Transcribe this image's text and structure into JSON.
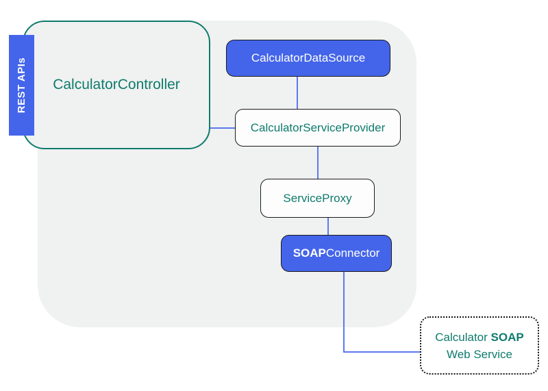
{
  "diagram": {
    "colors": {
      "panel_background": "#f0f1f1",
      "accent_blue": "#4465ea",
      "teal": "#0e7b6d",
      "edge_blue": "#5b79f0"
    },
    "nodes": {
      "rest_apis": {
        "label": "REST APIs"
      },
      "calculator_controller": {
        "label": "CalculatorController"
      },
      "calculator_data_source": {
        "label": "CalculatorDataSource"
      },
      "calculator_service_provider": {
        "label": "CalculatorServiceProvider"
      },
      "service_proxy": {
        "label": "ServiceProxy"
      },
      "soap_connector": {
        "label_bold": "SOAP",
        "label_regular": "Connector"
      },
      "calculator_soap_web_service": {
        "line1_regular": "Calculator ",
        "line1_bold": "SOAP",
        "line2": "Web Service"
      }
    },
    "edges": [
      {
        "from": "calculator_data_source",
        "to": "calculator_service_provider"
      },
      {
        "from": "calculator_controller",
        "to": "calculator_service_provider"
      },
      {
        "from": "calculator_service_provider",
        "to": "service_proxy"
      },
      {
        "from": "service_proxy",
        "to": "soap_connector"
      },
      {
        "from": "soap_connector",
        "to": "calculator_soap_web_service"
      }
    ]
  }
}
